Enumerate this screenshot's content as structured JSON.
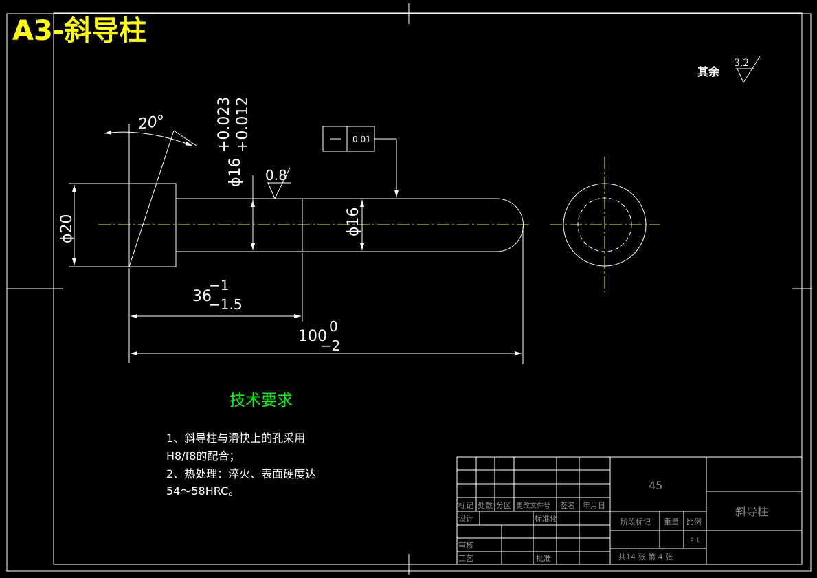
{
  "sheet": {
    "title": "A3-斜导柱",
    "title_color": "#ffff00"
  },
  "surface_finish": {
    "label": "其余",
    "value": "3.2"
  },
  "part": {
    "angle_label": "20°",
    "head_dia": "ϕ20",
    "fit_dia": "ϕ16",
    "fit_tol_upper": "+0.023",
    "fit_tol_lower": "+0.012",
    "fit_roughness": "0.8",
    "rod_dia": "ϕ16",
    "tolerance_frame_value": "0.01",
    "len36_base": "36",
    "len36_upper": "−1",
    "len36_lower": "−1.5",
    "len100_base": "100",
    "len100_upper": "0",
    "len100_lower": "−2"
  },
  "requirements": {
    "heading": "技术要求",
    "heading_color": "#00ff00",
    "line1": "1、斜导柱与滑快上的孔采用",
    "line2": "H8/f8的配合；",
    "line3": "2、热处理：淬火、表面硬度达",
    "line4": "54～58HRC。"
  },
  "title_block": {
    "material": "45",
    "part_name": "斜导柱",
    "col_mark": "标记",
    "col_count": "处数",
    "col_zone": "分区",
    "col_change_doc": "更改文件号",
    "col_signature": "签名",
    "col_date": "年月日",
    "design": "设计",
    "standardize": "标准化",
    "stage_mark": "阶段标记",
    "weight": "重量",
    "scale": "比例",
    "scale_value": "2:1",
    "review": "审核",
    "process": "工艺",
    "approve": "批准",
    "sheet_count": "共14  张 第 4 张"
  },
  "colors": {
    "line": "#ffffff",
    "centerline": "#ffff00",
    "dim_text": "#ffffff",
    "title_block_text": "#8c8c8c"
  }
}
